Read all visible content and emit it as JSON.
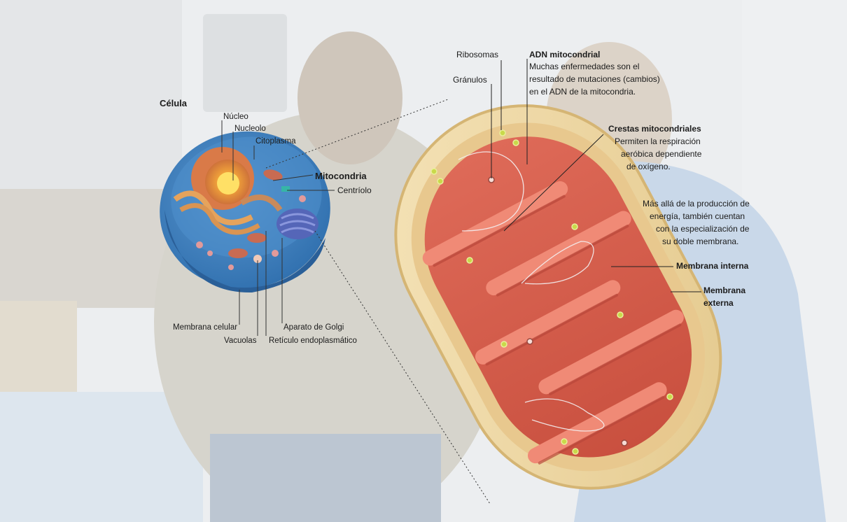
{
  "cell": {
    "title": "Célula",
    "labels": {
      "nucleus": "Núcleo",
      "nucleolus": "Nucleolo",
      "cytoplasm": "Citoplasma",
      "mitochondria": "Mitocondria",
      "centriole": "Centríolo",
      "cell_membrane": "Membrana celular",
      "vacuoles": "Vacuolas",
      "golgi": "Aparato de Golgi",
      "er": "Retículo  endoplasmático"
    }
  },
  "mitochondrion": {
    "labels": {
      "ribosomes": "Ribosomas",
      "granules": "Gránulos",
      "dna_title": "ADN mitocondrial",
      "dna_text": [
        "Muchas enfermedades son el",
        "resultado de mutaciones (cambios)",
        "en el ADN de la mitocondria."
      ],
      "cristae_title": "Crestas mitocondriales",
      "cristae_text": [
        "Permiten la respiración",
        "aeróbica dependiente",
        "de oxígeno."
      ],
      "extra_text": [
        "Más allá de la producción de",
        "energía, también cuentan",
        "con la especialización de",
        "su doble membrana."
      ],
      "inner_membrane": "Membrana interna",
      "outer_membrane": [
        "Membrana",
        "externa"
      ]
    }
  },
  "colors": {
    "cell_blue": "#3d86c6",
    "nucleus_orange": "#e5874a",
    "outer_membrane": "#f0dcae",
    "inner_membrane": "#e9806c",
    "granule_green": "#c9d94a"
  }
}
